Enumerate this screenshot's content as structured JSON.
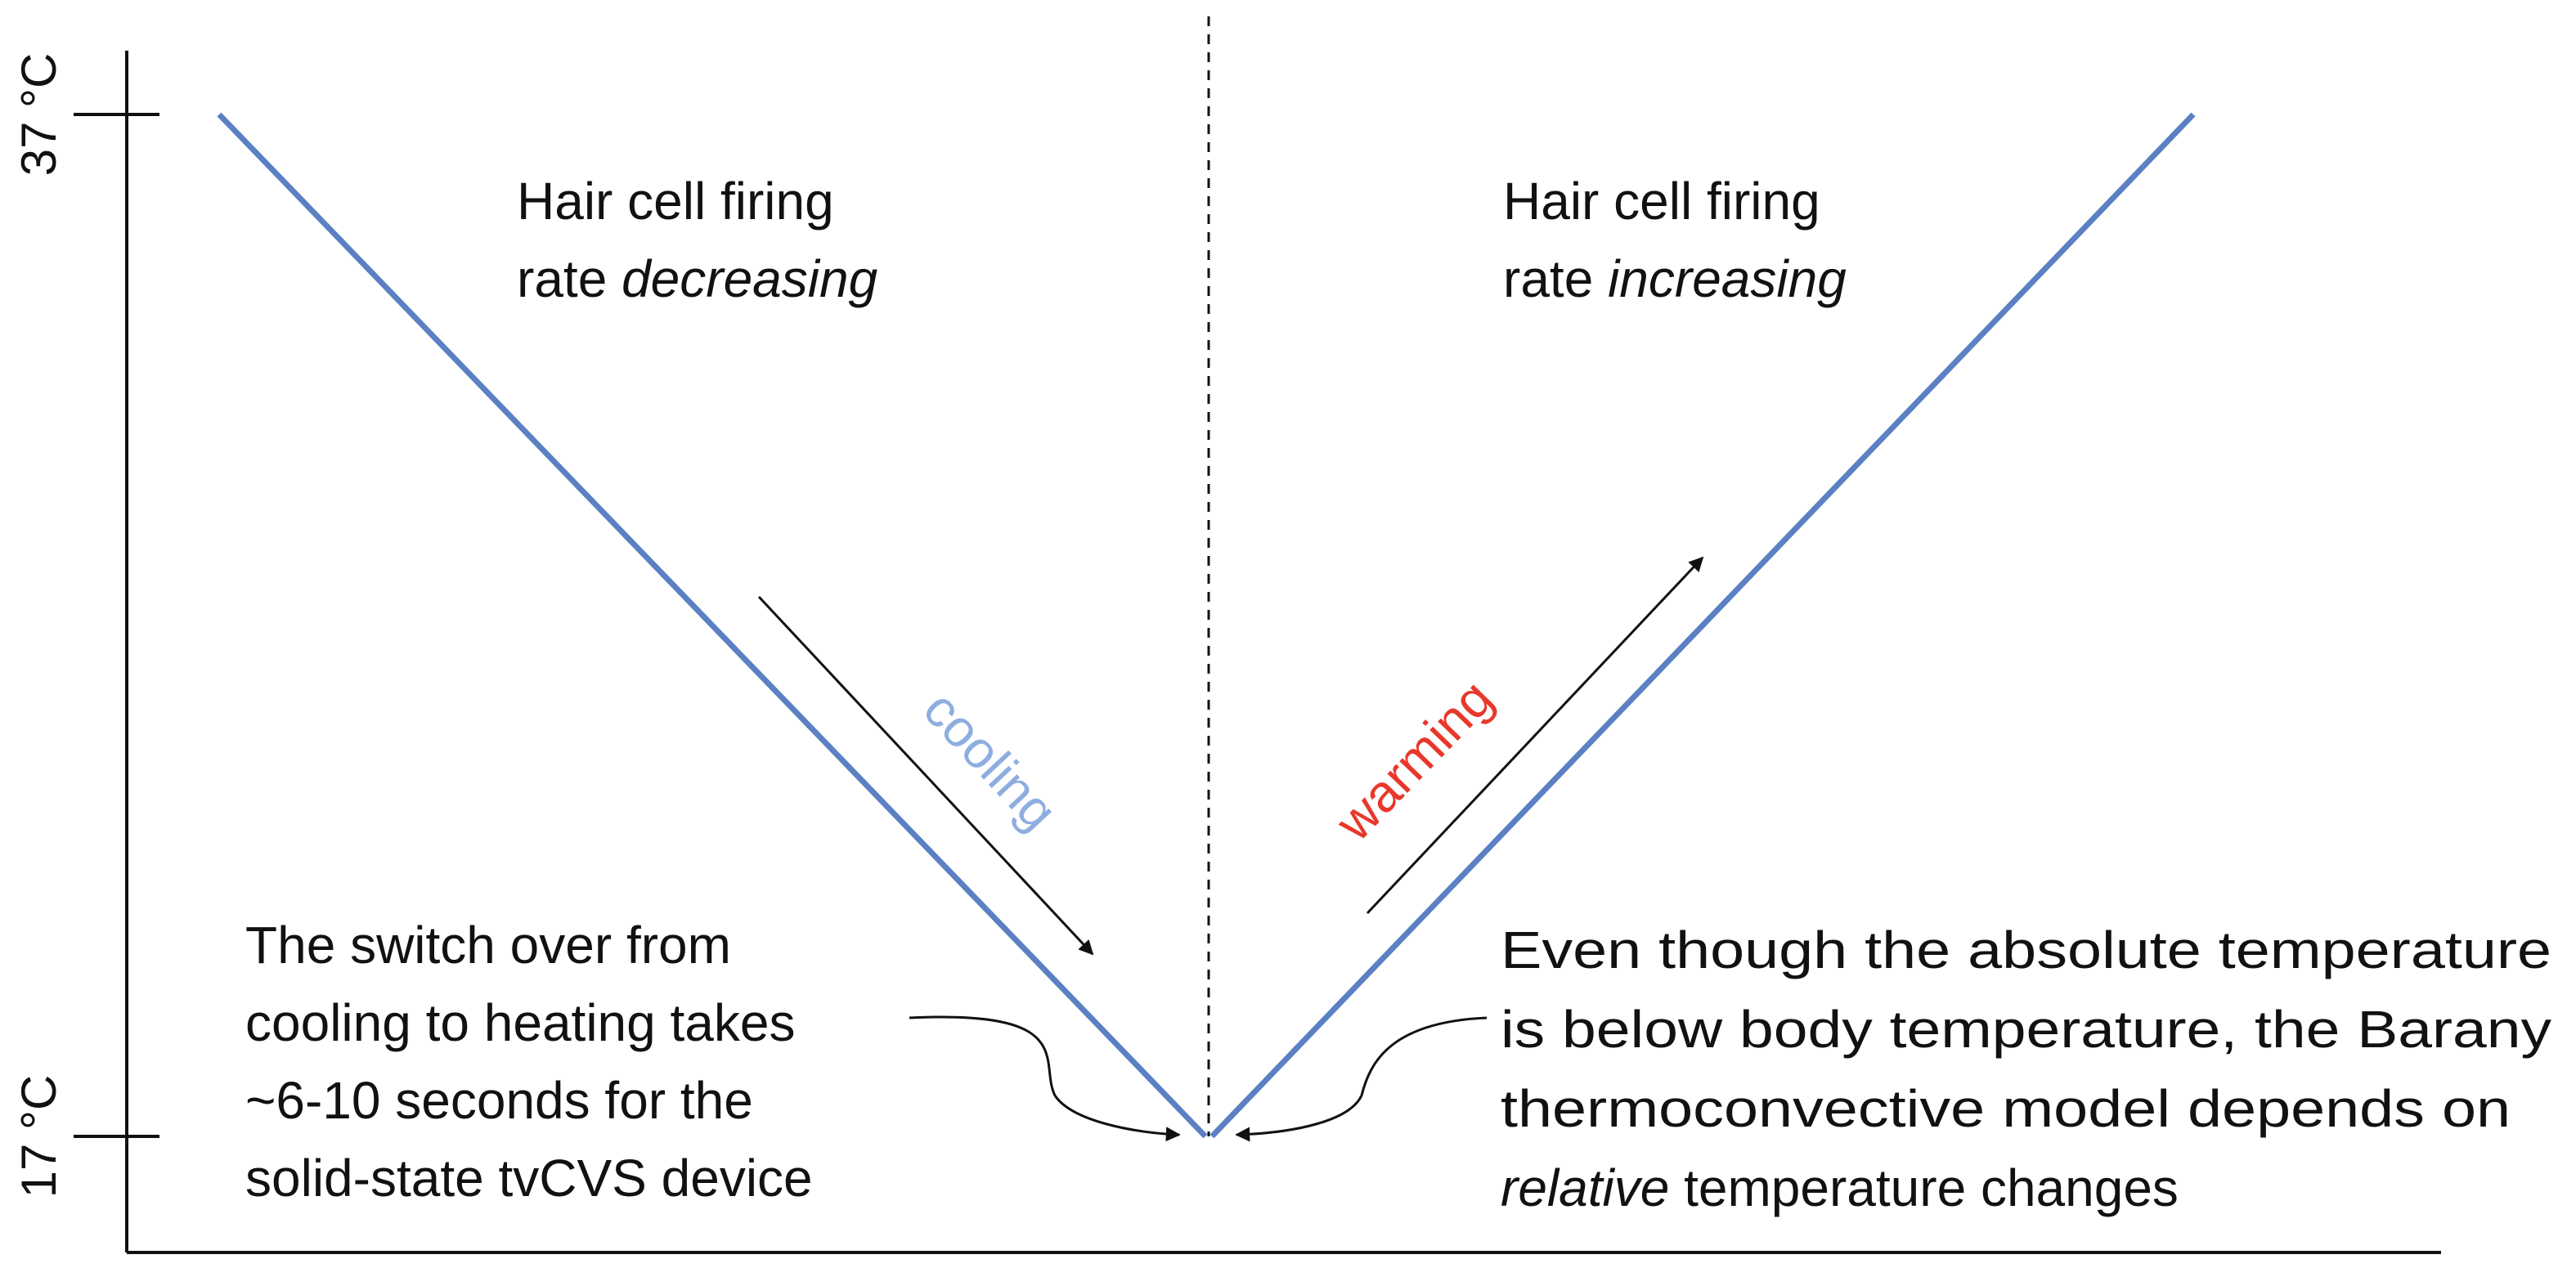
{
  "y_axis": {
    "top_tick": "37 °C",
    "bottom_tick": "17 °C"
  },
  "left_panel": {
    "title_line1": "Hair cell firing",
    "title_line2_prefix": "rate ",
    "title_line2_emph": "decreasing",
    "phase_label": "cooling",
    "note_lines": [
      "The switch over from",
      "cooling to heating takes",
      "~6-10 seconds for the",
      "solid-state tvCVS device"
    ]
  },
  "right_panel": {
    "title_line1": "Hair cell firing",
    "title_line2_prefix": "rate ",
    "title_line2_emph": "increasing",
    "phase_label": "warming",
    "note_lines": [
      "Even though the absolute temperature",
      "is below body temperature, the Barany",
      "thermoconvective model depends on"
    ],
    "note_last_emph": "relative",
    "note_last_rest": " temperature changes"
  },
  "colors": {
    "line": "#5b80c4",
    "cooling": "#8eaee0",
    "warming": "#e8382b",
    "ink": "#111111"
  }
}
